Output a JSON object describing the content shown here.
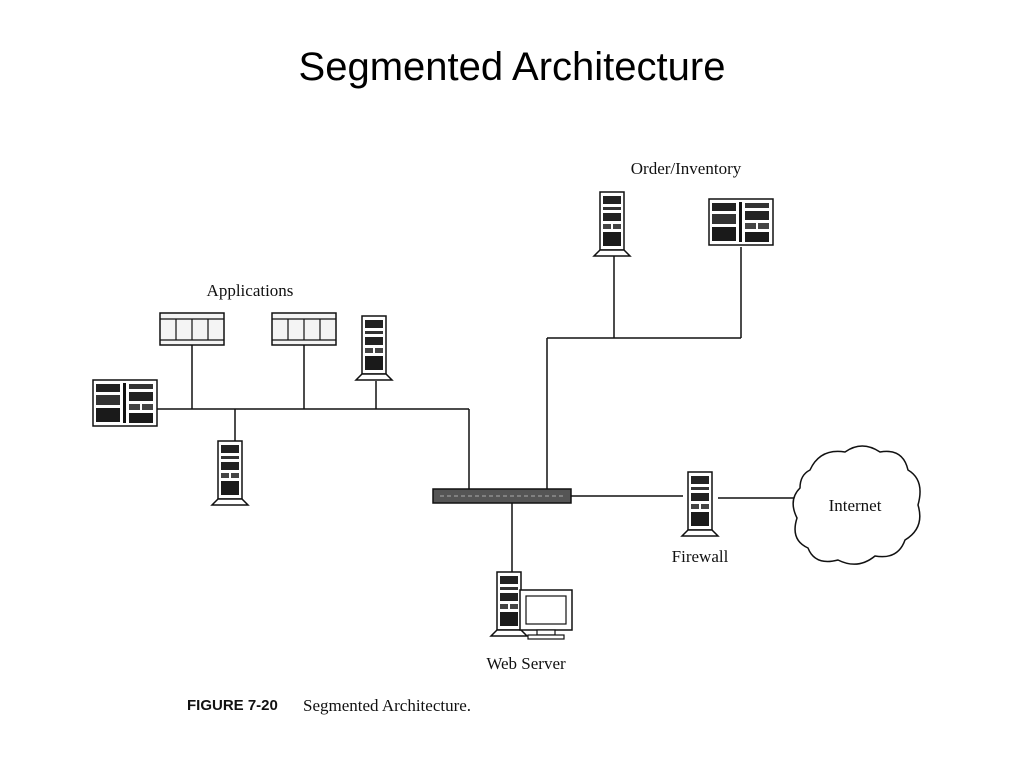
{
  "title": "Segmented Architecture",
  "labels": {
    "applications": "Applications",
    "order_inventory": "Order/Inventory",
    "internet": "Internet",
    "firewall": "Firewall",
    "web_server": "Web Server"
  },
  "caption": {
    "number": "FIGURE 7-20",
    "text": "Segmented Architecture."
  }
}
